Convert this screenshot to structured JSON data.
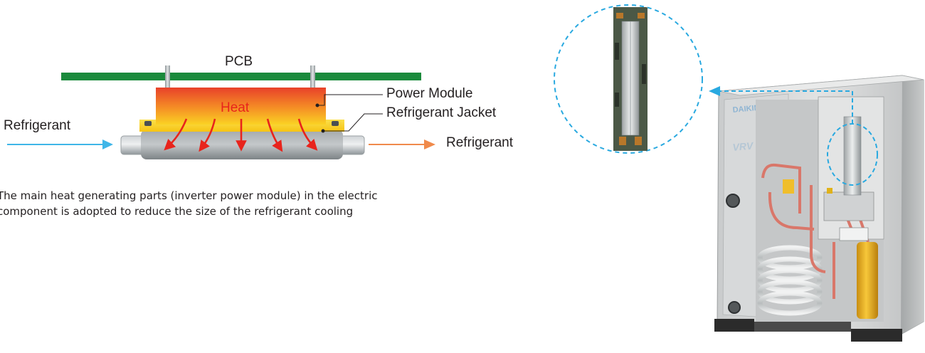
{
  "diagram": {
    "pcb_label": "PCB",
    "heat_label": "Heat",
    "power_module_label": "Power Module",
    "jacket_label": "Refrigerant Jacket",
    "refrigerant_in_label": "Refrigerant",
    "refrigerant_out_label": "Refrigerant",
    "colors": {
      "pcb": "#1a8a3c",
      "heat": "#e8241c",
      "refrigerant_in_arrow": "#3fb6e8",
      "refrigerant_out_arrow": "#f08a4b",
      "callout_dash": "#29a9e0"
    }
  },
  "description": {
    "line1": "The main heat generating parts (inverter power module) in the electric",
    "line2": "component is adopted to reduce the size of the refrigerant cooling"
  },
  "product": {
    "brand": "DAIKIN",
    "model": "VRV"
  }
}
